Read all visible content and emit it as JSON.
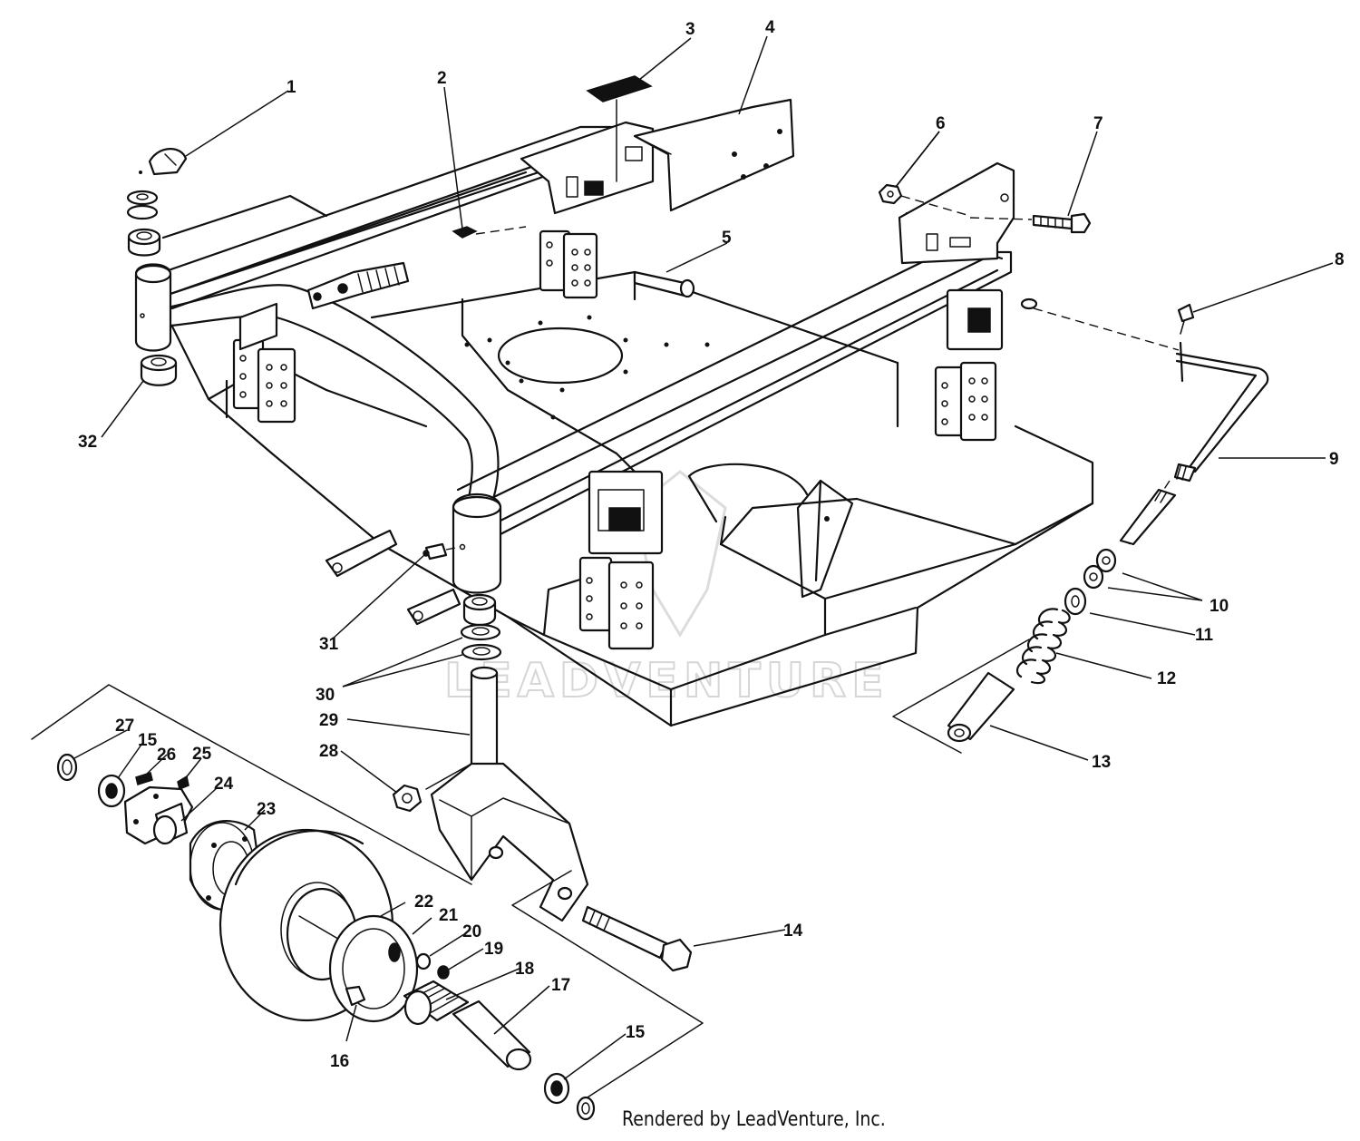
{
  "watermark": "LEADVENTURE",
  "credit": "Rendered by LeadVenture, Inc.",
  "callouts": [
    {
      "id": "c1",
      "label": "1"
    },
    {
      "id": "c2",
      "label": "2"
    },
    {
      "id": "c3",
      "label": "3"
    },
    {
      "id": "c4",
      "label": "4"
    },
    {
      "id": "c5",
      "label": "5"
    },
    {
      "id": "c6",
      "label": "6"
    },
    {
      "id": "c7",
      "label": "7"
    },
    {
      "id": "c8",
      "label": "8"
    },
    {
      "id": "c9",
      "label": "9"
    },
    {
      "id": "c10",
      "label": "10"
    },
    {
      "id": "c11",
      "label": "11"
    },
    {
      "id": "c12",
      "label": "12"
    },
    {
      "id": "c13",
      "label": "13"
    },
    {
      "id": "c14",
      "label": "14"
    },
    {
      "id": "c15a",
      "label": "15"
    },
    {
      "id": "c15b",
      "label": "15"
    },
    {
      "id": "c16",
      "label": "16"
    },
    {
      "id": "c17",
      "label": "17"
    },
    {
      "id": "c18",
      "label": "18"
    },
    {
      "id": "c19",
      "label": "19"
    },
    {
      "id": "c20",
      "label": "20"
    },
    {
      "id": "c21",
      "label": "21"
    },
    {
      "id": "c22",
      "label": "22"
    },
    {
      "id": "c23",
      "label": "23"
    },
    {
      "id": "c24",
      "label": "24"
    },
    {
      "id": "c25",
      "label": "25"
    },
    {
      "id": "c26",
      "label": "26"
    },
    {
      "id": "c27",
      "label": "27"
    },
    {
      "id": "c28",
      "label": "28"
    },
    {
      "id": "c29",
      "label": "29"
    },
    {
      "id": "c30",
      "label": "30"
    },
    {
      "id": "c31",
      "label": "31"
    },
    {
      "id": "c32",
      "label": "32"
    }
  ]
}
